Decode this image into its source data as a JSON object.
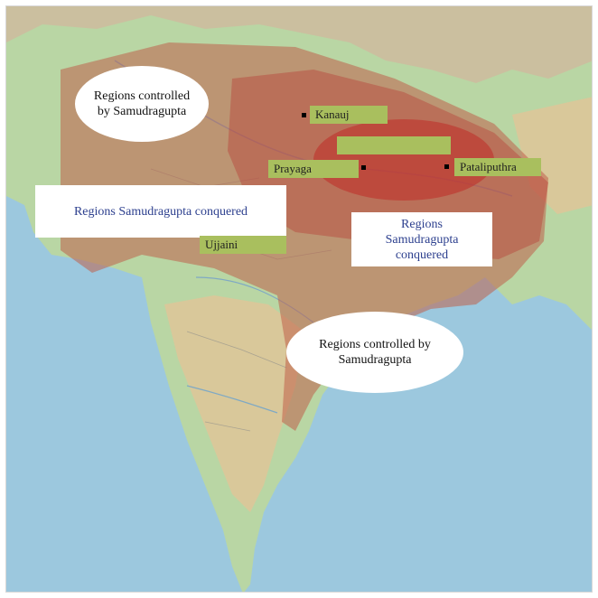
{
  "map": {
    "colors": {
      "sea": "#9cc8de",
      "land_green": "#b9d6a4",
      "land_tan": "#d9c89a",
      "mountain": "#cbbf9f",
      "controlled_overlay": "#c0614a",
      "conquered_overlay": "#b8433a",
      "core_overlay": "#c0302b",
      "city_label_bg": "#a9bf5e",
      "conquered_text": "#2c3f8e"
    },
    "labels": {
      "controlled_north": "Regions controlled by Samudragupta",
      "conquered_west": "Regions Samudragupta conquered",
      "conquered_east": "Regions Samudragupta conquered",
      "controlled_south": "Regions controlled by Samudragupta"
    },
    "cities": {
      "kanauj": "Kanauj",
      "prayaga": "Prayaga",
      "pataliputhra": "Pataliputhra",
      "ujjaini": "Ujjaini",
      "blank": ""
    }
  }
}
